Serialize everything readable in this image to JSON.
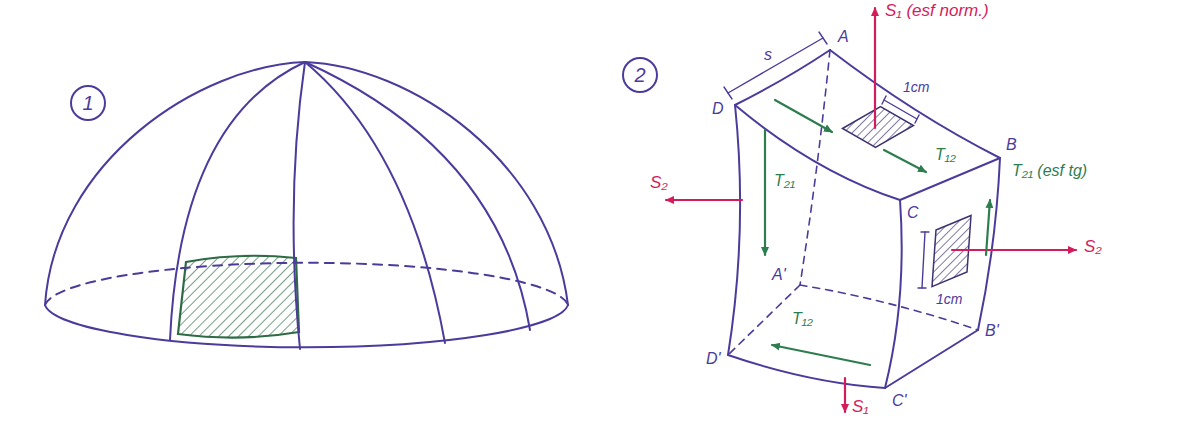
{
  "diagram": {
    "nodes": [
      {
        "text": [
          "1"
        ]
      },
      {
        "text": [
          "2"
        ]
      }
    ],
    "labels": [
      "S₁ (esf norm.)",
      "s",
      "A",
      "D",
      "1cm",
      "T₁₂",
      "B",
      "T₂₁ (esf tg)",
      "T₂₁",
      "S₂",
      "C",
      "S₂",
      "A'",
      "1cm",
      "D'",
      "T₁₂",
      "C'",
      "B'",
      "S₁"
    ]
  }
}
